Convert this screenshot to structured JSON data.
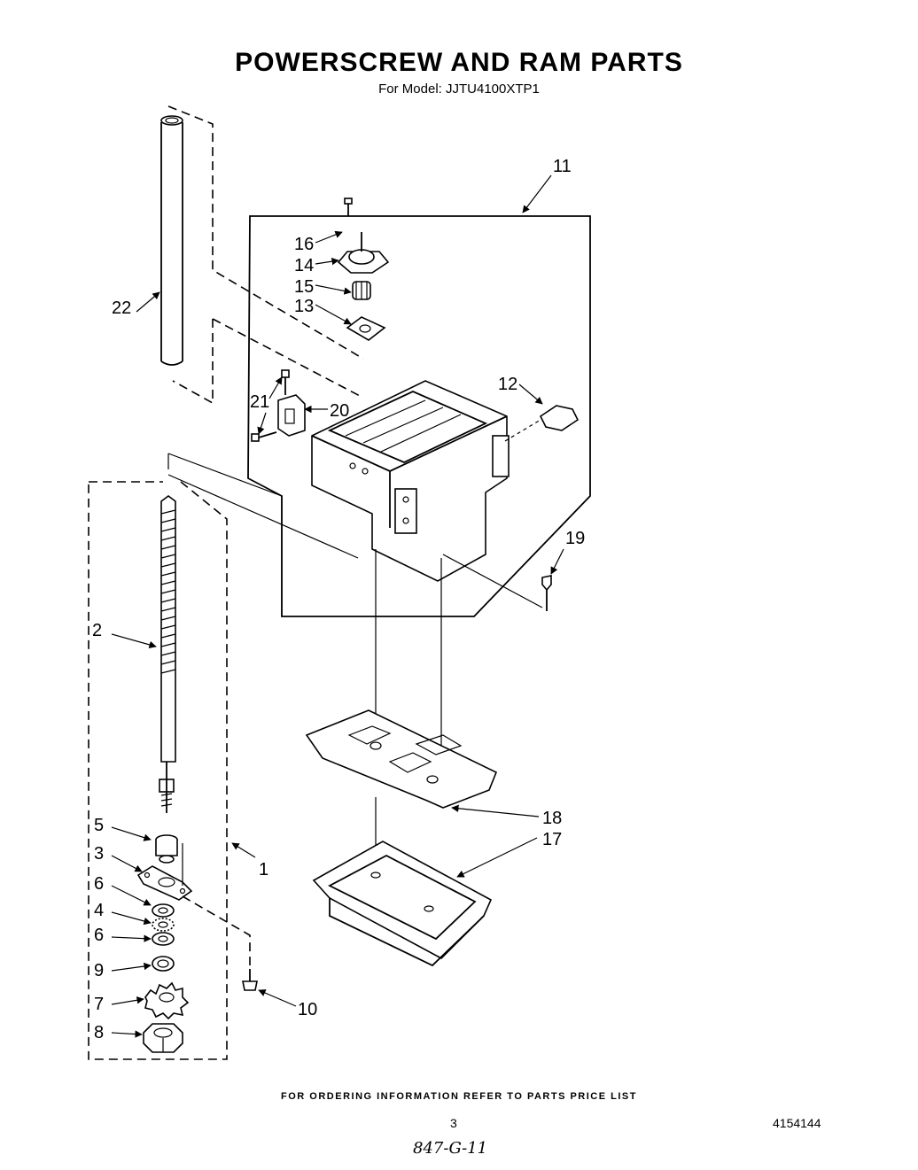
{
  "page": {
    "title": "POWERSCREW AND RAM PARTS",
    "subtitle": "For Model: JJTU4100XTP1",
    "footer": "FOR ORDERING INFORMATION REFER TO PARTS PRICE LIST",
    "page_number": "3",
    "document_number": "4154144",
    "handwritten_note": "847-G-11"
  },
  "callouts": {
    "c1": "1",
    "c2": "2",
    "c3": "3",
    "c4": "4",
    "c5": "5",
    "c6a": "6",
    "c6b": "6",
    "c7": "7",
    "c8": "8",
    "c9": "9",
    "c10": "10",
    "c11": "11",
    "c12": "12",
    "c13": "13",
    "c14": "14",
    "c15": "15",
    "c16": "16",
    "c17": "17",
    "c18": "18",
    "c19": "19",
    "c20": "20",
    "c21": "21",
    "c22": "22"
  }
}
